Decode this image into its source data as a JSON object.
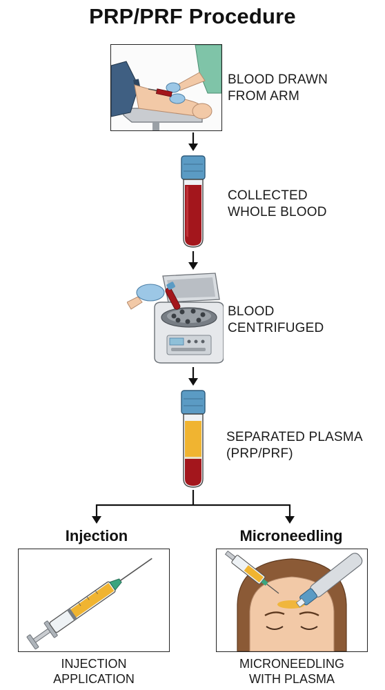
{
  "title": "PRP/PRF Procedure",
  "steps": [
    {
      "line1": "BLOOD DRAWN",
      "line2": "FROM ARM",
      "icon": "arm-blood-draw-icon"
    },
    {
      "line1": "COLLECTED",
      "line2": "WHOLE BLOOD",
      "icon": "blood-tube-icon"
    },
    {
      "line1": "BLOOD",
      "line2": "CENTRIFUGED",
      "icon": "centrifuge-icon"
    },
    {
      "line1": "SEPARATED PLASMA",
      "line2": "(PRP/PRF)",
      "icon": "separated-plasma-tube-icon"
    }
  ],
  "branches": [
    {
      "title": "Injection",
      "caption1": "INJECTION",
      "caption2": "APPLICATION",
      "icon": "syringe-icon"
    },
    {
      "title": "Microneedling",
      "caption1": "MICRONEEDLING",
      "caption2": "WITH PLASMA",
      "icon": "face-microneedling-icon"
    }
  ],
  "colors": {
    "blood": "#a3161c",
    "plasma": "#f0b431",
    "cap": "#5b9bc4",
    "glove": "#9cc7e6",
    "scrubs": "#7fc4a8",
    "sleeve": "#3f5f82",
    "skin": "#f2c9a7",
    "line": "#111111"
  }
}
